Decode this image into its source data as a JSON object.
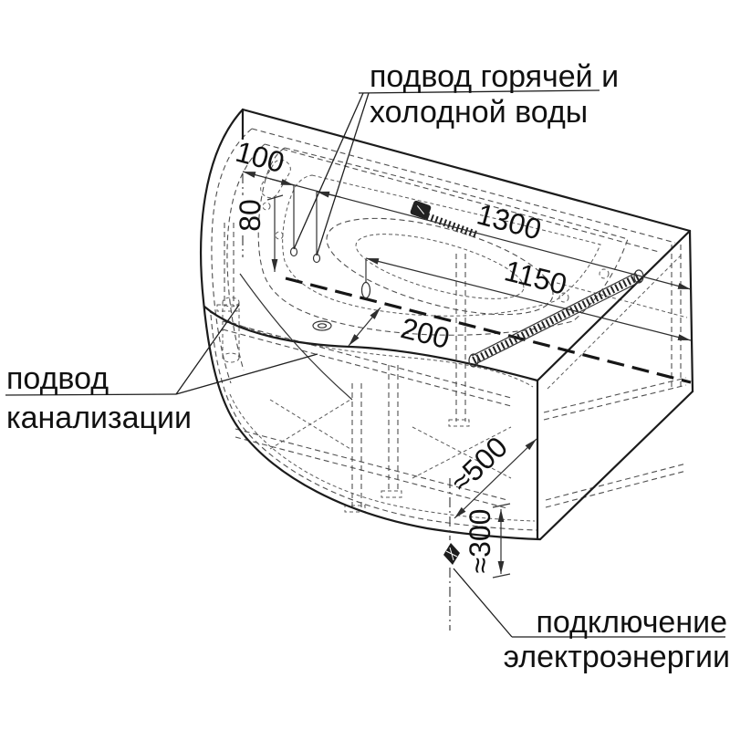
{
  "figure": {
    "labels": {
      "water": {
        "line1": "подвод горячей и",
        "line2": "холодной воды"
      },
      "sewage": {
        "line1": "подвод",
        "line2": "канализации"
      },
      "power": {
        "line1": "подключение",
        "line2": "электроэнергии"
      }
    },
    "dimensions": {
      "d100": "100",
      "d80": "80",
      "d1300": "1300",
      "d1150": "1150",
      "d200": "200",
      "d500": "≈500",
      "d300": "≈300"
    },
    "colors": {
      "background": "#ffffff",
      "solid_line": "#1b1b1b",
      "hidden_line": "#4f4f4f",
      "dimension_line": "#2e2e2e",
      "text": "#111111"
    }
  }
}
